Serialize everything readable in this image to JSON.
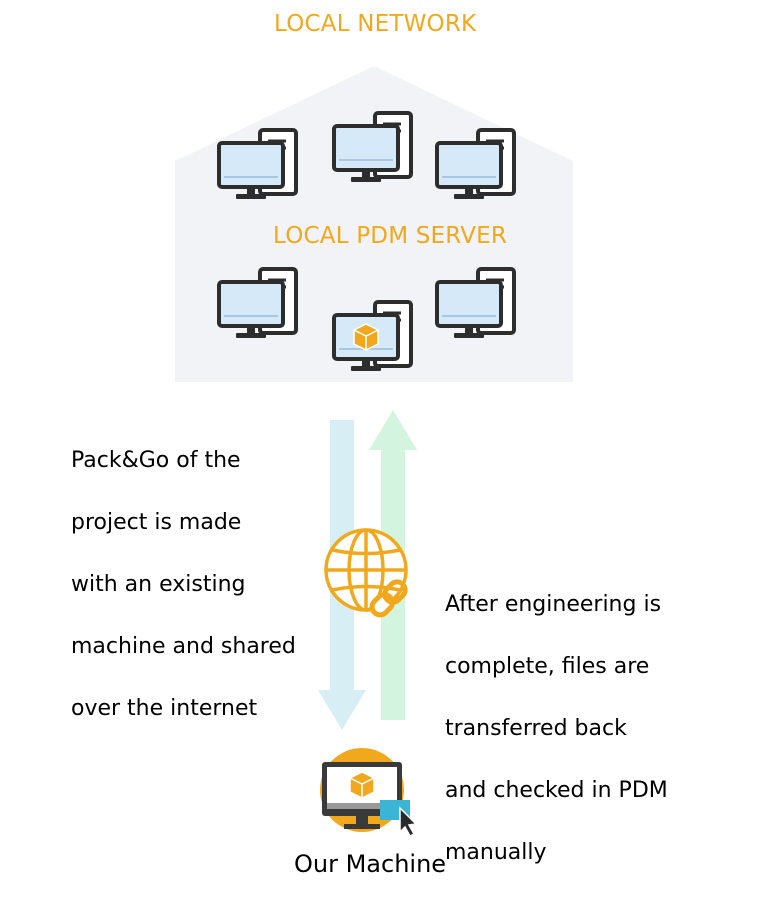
{
  "network": {
    "title": "LOCAL NETWORK",
    "server_label": "LOCAL PDM SERVER"
  },
  "left_note": {
    "lines": [
      "Pack&Go of the",
      "project is made",
      "with an existing",
      "machine and shared",
      "over the internet"
    ]
  },
  "right_note": {
    "lines": [
      "After engineering is",
      "complete, files are",
      "transferred back",
      "and checked in PDM",
      "manually"
    ]
  },
  "our_machine": {
    "label": "Our Machine"
  },
  "icons": [
    "computer-icon",
    "server-box-icon",
    "globe-link-icon",
    "down-arrow",
    "up-arrow",
    "cursor-icon"
  ],
  "colors": {
    "accent": "#f2a81d",
    "house": "#f1f3f6",
    "down_arrow": "#d7eef4",
    "up_arrow": "#d3f5df",
    "screen": "#d6e9f8"
  }
}
